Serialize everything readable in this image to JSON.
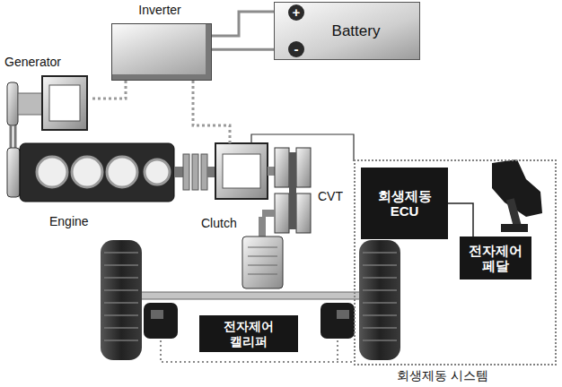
{
  "diagram": {
    "nodes": [
      {
        "text": [
          "Inverter"
        ]
      },
      {
        "text": [
          "Battery"
        ]
      },
      {
        "text": [
          "Generator"
        ]
      },
      {
        "text": [
          "Engine"
        ]
      },
      {
        "text": [
          "회생제동 시스템"
        ]
      },
      {
        "text": [
          "회생제동 ECU"
        ],
        "in": 4
      },
      {
        "text": [
          "전자제어 페달"
        ],
        "in": 4
      },
      {
        "text": [
          "전자제어 캘리퍼"
        ]
      }
    ],
    "edges": [
      {
        "from": 0,
        "to": 1,
        "arrow": "none"
      },
      {
        "from": 0,
        "to": 2,
        "arrow": "none"
      },
      {
        "from": 5,
        "to": 6,
        "arrow": "none"
      }
    ],
    "labels": [
      "+",
      "-",
      "Clutch",
      "CVT"
    ]
  }
}
